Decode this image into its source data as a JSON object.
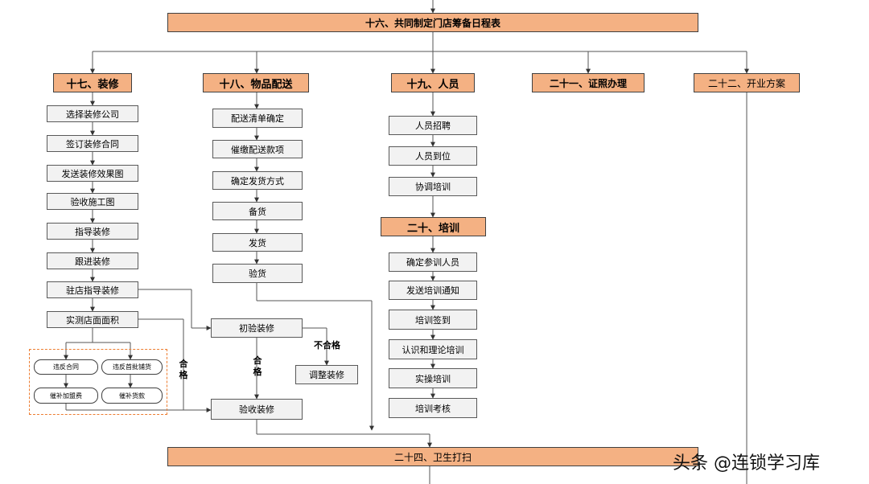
{
  "nodes": {
    "n16": "十六、共同制定门店筹备日程表",
    "n17": "十七、装修",
    "n18": "十八、物品配送",
    "n19": "十九、人员",
    "n20": "二十、培训",
    "n21": "二十一、证照办理",
    "n22": "二十二、开业方案",
    "n24": "二十四、卫生打扫",
    "deco": [
      "选择装修公司",
      "签订装修合同",
      "发送装修效果图",
      "验收施工图",
      "指导装修",
      "跟进装修",
      "驻店指导装修",
      "实测店面面积"
    ],
    "deliv": [
      "配送清单确定",
      "催缴配送款项",
      "确定发货方式",
      "备货",
      "发货",
      "验货"
    ],
    "staff": [
      "人员招聘",
      "人员到位",
      "协调培训"
    ],
    "train": [
      "确定参训人员",
      "发送培训通知",
      "培训签到",
      "认识和理论培训",
      "实操培训",
      "培训考核"
    ],
    "inspect_first": "初验装修",
    "inspect_final": "验收装修",
    "adjust": "调整装修",
    "breach": [
      "违反合同",
      "违反首批铺货",
      "催补加盟费",
      "催补货款"
    ]
  },
  "labels": {
    "pass": "合格",
    "fail": "不合格"
  },
  "watermark": "头条 @连锁学习库"
}
